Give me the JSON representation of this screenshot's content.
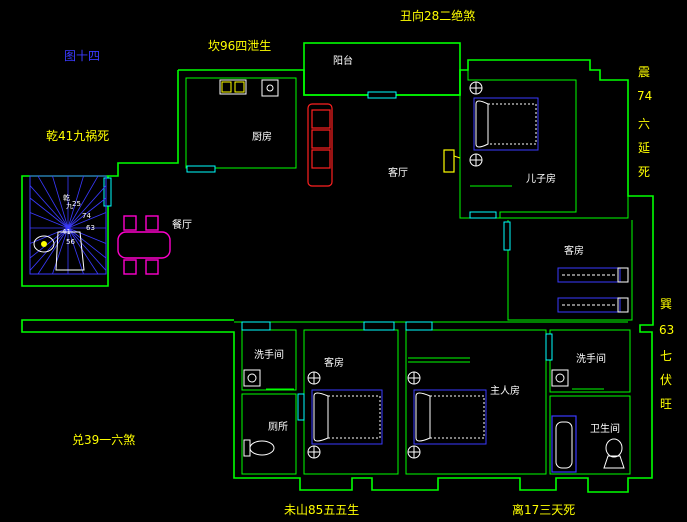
{
  "title": "图十四",
  "directions": {
    "top": "丑向28二绝煞",
    "top_left": "坎96四泄生",
    "left_upper": "乾41九祸死",
    "left_lower": "兑39一六煞",
    "bottom_left": "未山85五五生",
    "bottom_right": "离17三天死",
    "right_upper_chars": [
      "震",
      "74",
      "六",
      "延",
      "死"
    ],
    "right_lower_chars": [
      "巽",
      "63",
      "七",
      "伏",
      "旺"
    ]
  },
  "rooms": {
    "balcony": "阳台",
    "kitchen": "厨房",
    "living": "客厅",
    "dining": "餐厅",
    "son_room": "儿子房",
    "guest_right": "客房",
    "guest_bottom": "客房",
    "master": "主人房",
    "washroom_left": "洗手间",
    "washroom_right": "洗手间",
    "toilet": "厕所",
    "bathroom": "卫生间"
  },
  "compass": {
    "center": "乾",
    "marks": [
      "九",
      "25",
      "74",
      "63",
      "41",
      "56"
    ]
  },
  "colors": {
    "wall": "#00ff00",
    "direction_text": "#ffff00",
    "title_text": "#3b3bff",
    "furniture_blue": "#3a3aff",
    "furniture_magenta": "#ff00cc",
    "sofa_red": "#ff2020"
  }
}
